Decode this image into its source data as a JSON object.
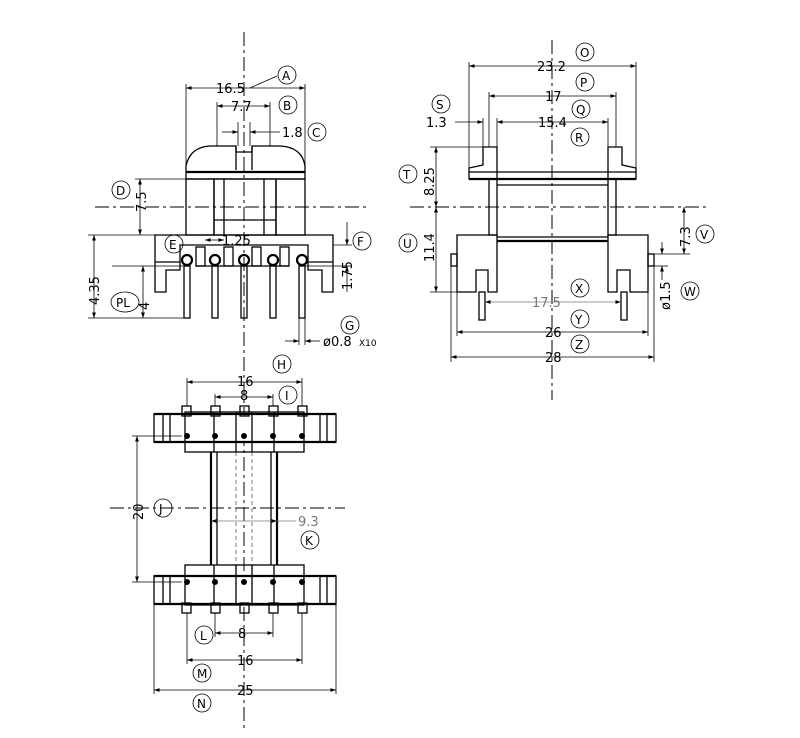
{
  "dimensions": {
    "a_width": "16.5",
    "b_width": "7.7",
    "c_width": "1.8",
    "d_height": "7.5",
    "e_pitch": "1.25",
    "f_height": "1.75",
    "pin_height": "4.35",
    "pl_length": "4",
    "g_diameter": "ø0.8",
    "g_count": "X10",
    "o_width": "23.2",
    "p_width": "17",
    "q_width": "15.4",
    "s_thickness": "1.3",
    "t_height": "8.25",
    "u_height": "11.4",
    "v_height": "7.3",
    "w_diameter": "ø1.5",
    "x_width": "17.5",
    "y_width": "26",
    "z_width": "28",
    "h_width": "16",
    "i_pitch": "8",
    "j_height": "20",
    "k_width": "9.3",
    "l_pitch": "8",
    "m_width": "16",
    "n_width": "25"
  },
  "labels": {
    "A": "A",
    "B": "B",
    "C": "C",
    "D": "D",
    "E": "E",
    "F": "F",
    "G": "G",
    "H": "H",
    "I": "I",
    "J": "J",
    "K": "K",
    "L": "L",
    "M": "M",
    "N": "N",
    "O": "O",
    "P": "P",
    "Q": "Q",
    "R": "R",
    "S": "S",
    "T": "T",
    "U": "U",
    "V": "V",
    "W": "W",
    "X": "X",
    "Y": "Y",
    "Z": "Z",
    "PL": "PL"
  }
}
